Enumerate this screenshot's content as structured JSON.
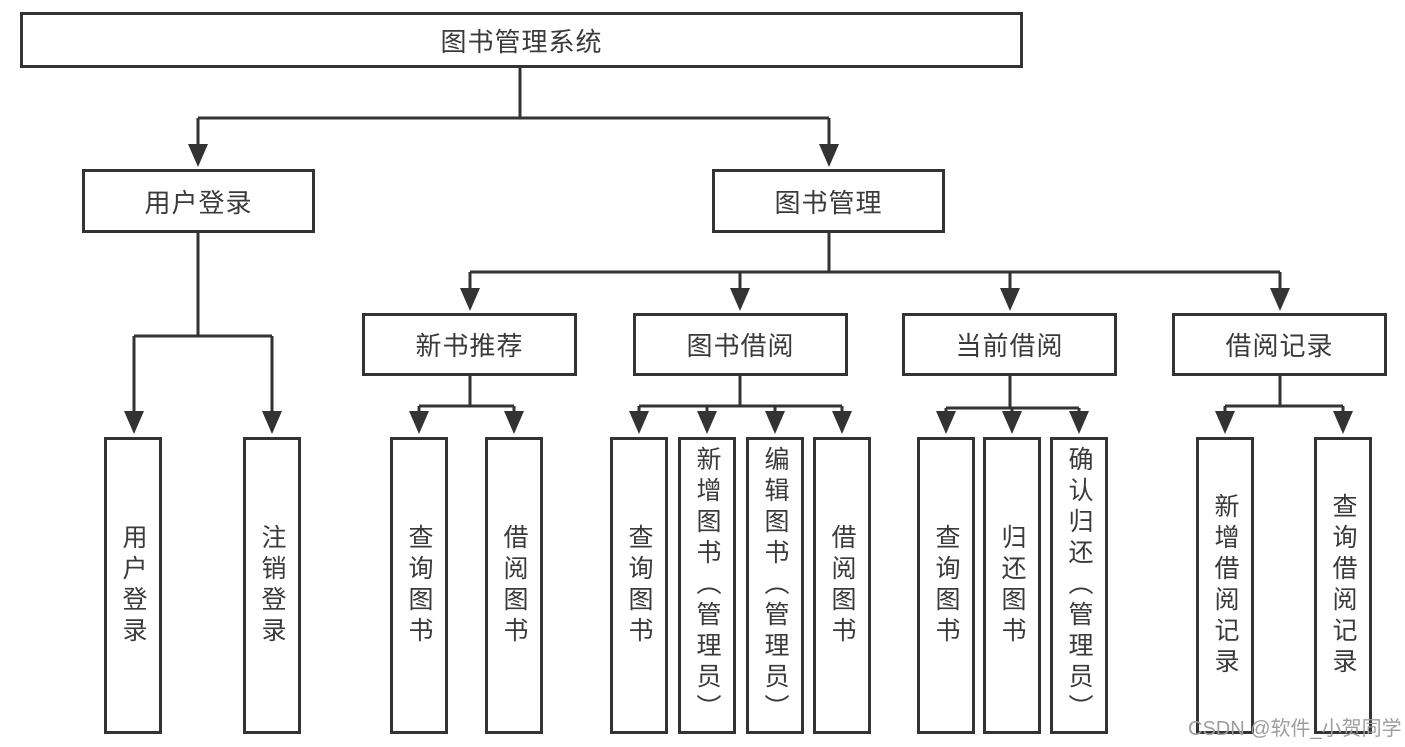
{
  "diagram": {
    "title": "图书管理系统",
    "type": "hierarchy-tree",
    "colors": {
      "line": "#333333",
      "border": "#333333",
      "text": "#3a3a3a",
      "background": "#ffffff",
      "watermark": "#9e9e9e"
    },
    "tree": {
      "root": {
        "label": "图书管理系统",
        "children": [
          {
            "label": "用户登录",
            "children": [
              {
                "label": "用户登录"
              },
              {
                "label": "注销登录"
              }
            ]
          },
          {
            "label": "图书管理",
            "children": [
              {
                "label": "新书推荐",
                "children": [
                  {
                    "label": "查询图书"
                  },
                  {
                    "label": "借阅图书"
                  }
                ]
              },
              {
                "label": "图书借阅",
                "children": [
                  {
                    "label": "查询图书"
                  },
                  {
                    "label": "新增图书（管理员）"
                  },
                  {
                    "label": "编辑图书（管理员）"
                  },
                  {
                    "label": "借阅图书"
                  }
                ]
              },
              {
                "label": "当前借阅",
                "children": [
                  {
                    "label": "查询图书"
                  },
                  {
                    "label": "归还图书"
                  },
                  {
                    "label": "确认归还（管理员）"
                  }
                ]
              },
              {
                "label": "借阅记录",
                "children": [
                  {
                    "label": "新增借阅记录"
                  },
                  {
                    "label": "查询借阅记录"
                  }
                ]
              }
            ]
          }
        ]
      }
    },
    "watermark": "CSDN @软件_小贺同学"
  }
}
